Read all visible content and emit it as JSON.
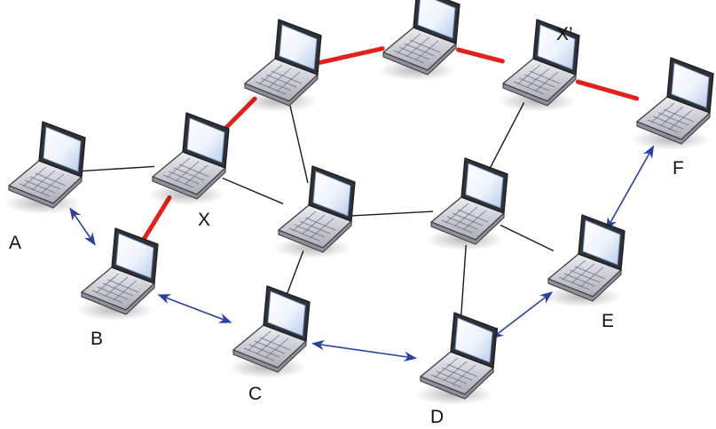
{
  "colors": {
    "route_highlight": "#e0221c",
    "bidirectional_link": "#2b3f9e",
    "plain_link": "#1a1a1a",
    "screen_glow": "#f4f8ff",
    "screen_edge": "#6f8fc2",
    "laptop_body": "#cfd3d8"
  },
  "labels": {
    "a": "A",
    "b": "B",
    "c": "C",
    "d": "D",
    "e": "E",
    "f": "F",
    "x": "X",
    "x_prime": "X’"
  },
  "nodes": [
    {
      "id": "A",
      "label_key": "a"
    },
    {
      "id": "B",
      "label_key": "b"
    },
    {
      "id": "X",
      "label_key": "x"
    },
    {
      "id": "P1"
    },
    {
      "id": "P2"
    },
    {
      "id": "X'",
      "label_key": "x_prime"
    },
    {
      "id": "F",
      "label_key": "f"
    },
    {
      "id": "M1"
    },
    {
      "id": "M2"
    },
    {
      "id": "E",
      "label_key": "e"
    },
    {
      "id": "C",
      "label_key": "c"
    },
    {
      "id": "D",
      "label_key": "d"
    }
  ],
  "links": [
    {
      "from": "A",
      "to": "X",
      "kind": "plain"
    },
    {
      "from": "X",
      "to": "M1",
      "kind": "plain"
    },
    {
      "from": "P1",
      "to": "M1",
      "kind": "plain"
    },
    {
      "from": "M1",
      "to": "M2",
      "kind": "plain"
    },
    {
      "from": "M1",
      "to": "C",
      "kind": "plain"
    },
    {
      "from": "M2",
      "to": "X'",
      "kind": "plain"
    },
    {
      "from": "M2",
      "to": "E",
      "kind": "plain"
    },
    {
      "from": "M2",
      "to": "D",
      "kind": "plain"
    },
    {
      "from": "B",
      "to": "X",
      "kind": "route"
    },
    {
      "from": "X",
      "to": "P1",
      "kind": "route"
    },
    {
      "from": "P1",
      "to": "P2",
      "kind": "route"
    },
    {
      "from": "P2",
      "to": "X'",
      "kind": "route"
    },
    {
      "from": "X'",
      "to": "F",
      "kind": "route"
    },
    {
      "from": "A",
      "to": "B",
      "kind": "bidirectional"
    },
    {
      "from": "B",
      "to": "C",
      "kind": "bidirectional"
    },
    {
      "from": "C",
      "to": "D",
      "kind": "bidirectional"
    },
    {
      "from": "D",
      "to": "E",
      "kind": "bidirectional"
    },
    {
      "from": "E",
      "to": "F",
      "kind": "bidirectional"
    }
  ]
}
